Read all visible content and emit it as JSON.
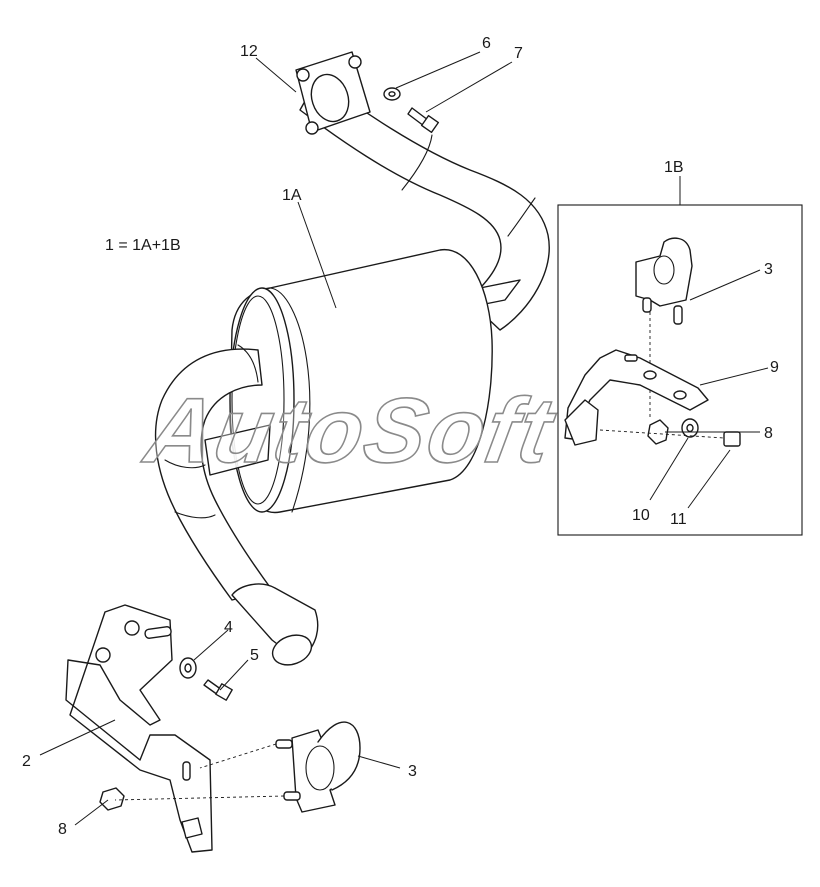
{
  "formula": "1 = 1A+1B",
  "watermark": "AutoSoft",
  "inset": {
    "label": "1B"
  },
  "callouts": {
    "c12": "12",
    "c6": "6",
    "c7": "7",
    "c1a": "1A",
    "c1b": "1B",
    "c3_inset": "3",
    "c9": "9",
    "c8_inset": "8",
    "c10": "10",
    "c11": "11",
    "c4": "4",
    "c5": "5",
    "c2": "2",
    "c3": "3",
    "c8": "8"
  },
  "colors": {
    "line": "#1a1a1a",
    "watermark_stroke": "#8a8a8a",
    "background": "#ffffff"
  }
}
